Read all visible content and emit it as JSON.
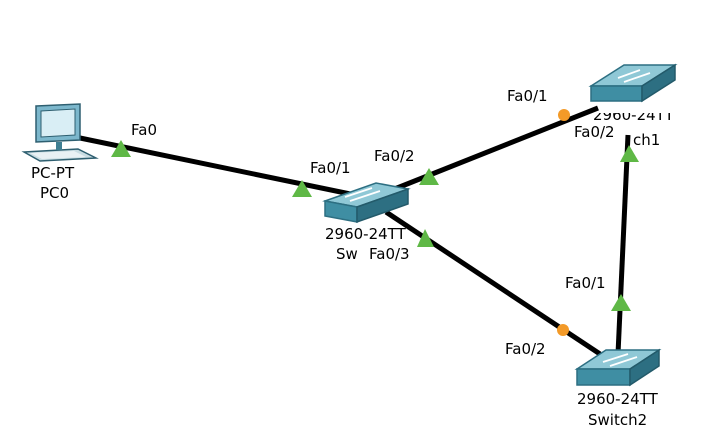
{
  "devices": {
    "pc0": {
      "model": "PC-PT",
      "name": "PC0"
    },
    "sw_center": {
      "model": "2960-24TT",
      "name": "Sw"
    },
    "switch1": {
      "model": "2960-24TT",
      "name": "ch1"
    },
    "switch2": {
      "model": "2960-24TT",
      "name": "Switch2"
    }
  },
  "ports": {
    "pc0_fa0": "Fa0",
    "swc_fa01": "Fa0/1",
    "swc_fa02": "Fa0/2",
    "swc_fa03": "Fa0/3",
    "sw1_fa01": "Fa0/1",
    "sw1_fa02": "Fa0/2",
    "sw2_fa01": "Fa0/1",
    "sw2_fa02": "Fa0/2"
  },
  "colors": {
    "link": "#000000",
    "link_up": "#5fb846",
    "link_blocking": "#f39a28",
    "switch_top": "#8fc8d6",
    "switch_front": "#3f8ea3",
    "switch_side": "#2d6f82"
  }
}
